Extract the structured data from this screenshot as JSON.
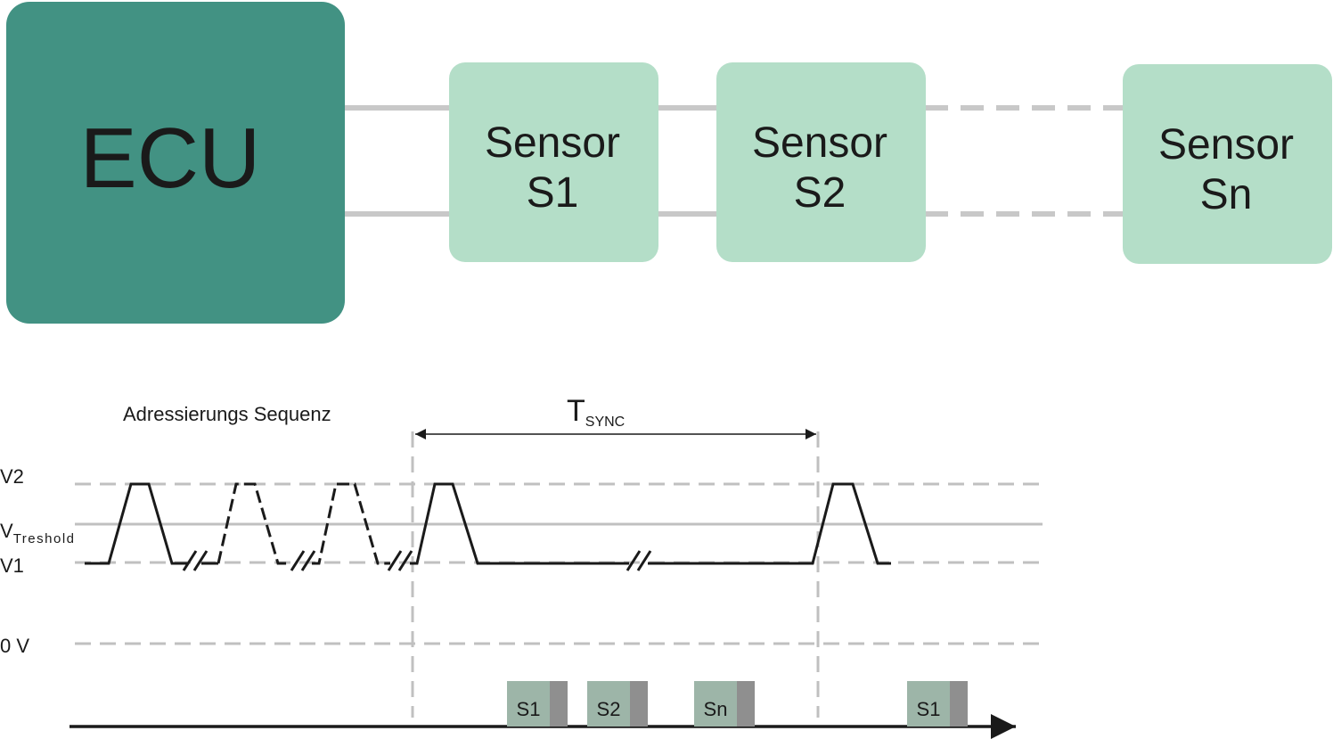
{
  "ecu": {
    "label": "ECU"
  },
  "sensors": [
    {
      "line1": "Sensor",
      "line2": "S1"
    },
    {
      "line1": "Sensor",
      "line2": "S2"
    },
    {
      "line1": "Sensor",
      "line2": "Sn"
    }
  ],
  "timing": {
    "sequence_label": "Adressierungs Sequenz",
    "tsync_main": "T",
    "tsync_sub": "SYNC",
    "levels": {
      "v2": "V2",
      "vth_main": "V",
      "vth_sub": "Treshold",
      "v1": "V1",
      "zero": "0 V"
    },
    "slots": [
      {
        "label": "S1"
      },
      {
        "label": "S2"
      },
      {
        "label": "Sn"
      },
      {
        "label": "S1"
      }
    ]
  },
  "colors": {
    "ecu": "#429283",
    "sensor": "#b4dec8",
    "bus": "#c8c8c8",
    "guide": "#c0c0c0",
    "signal": "#1a1a1a",
    "slot": "#9db5a8",
    "slot_tail": "#8f8f8f"
  }
}
